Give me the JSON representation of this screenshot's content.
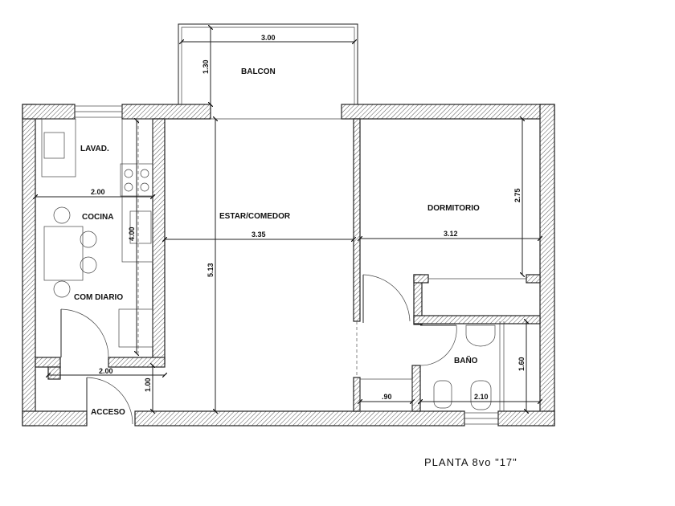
{
  "plan": {
    "title": "PLANTA 8vo \"17\"",
    "rooms": {
      "balcon": "BALCON",
      "lavadero": "LAVAD.",
      "cocina": "COCINA",
      "com_diario": "COM DIARIO",
      "estar_comedor": "ESTAR/COMEDOR",
      "dormitorio": "DORMITORIO",
      "bano": "BAÑO",
      "acceso": "ACCESO"
    },
    "dimensions": {
      "balcon_width": "3.00",
      "balcon_depth": "1.30",
      "cocina_width": "2.00",
      "cocina_length": "4.00",
      "acceso_width": "2.00",
      "acceso_depth": "1.00",
      "estar_width": "3.35",
      "estar_length": "5.13",
      "dormitorio_width": "3.12",
      "dormitorio_depth": "2.75",
      "bano_width": "2.10",
      "bano_depth": "1.60",
      "pasillo_width": ".90"
    }
  }
}
